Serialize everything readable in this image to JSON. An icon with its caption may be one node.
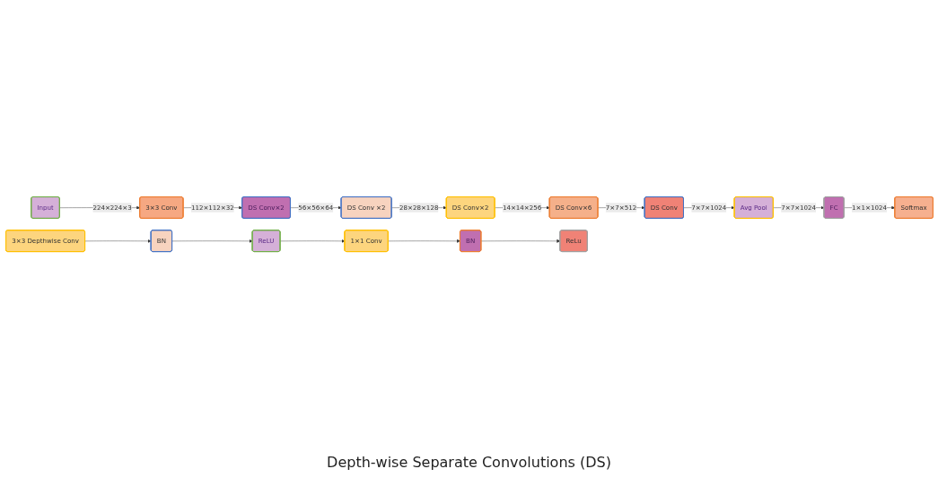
{
  "diagram": {
    "nodes": [
      {
        "text": [
          "Input"
        ]
      },
      {
        "text": [
          "3×3 Conv"
        ]
      },
      {
        "text": [
          "DS Conv×2"
        ]
      },
      {
        "text": [
          "DS Conv ×2"
        ]
      },
      {
        "text": [
          "DS Conv×2"
        ]
      },
      {
        "text": [
          "DS Conv×6"
        ]
      },
      {
        "text": [
          "DS Conv"
        ]
      },
      {
        "text": [
          "Avg Pool"
        ]
      },
      {
        "text": [
          "FC"
        ]
      },
      {
        "text": [
          "Softmax"
        ]
      },
      {
        "text": [
          "3×3 Depthwise Conv"
        ]
      },
      {
        "text": [
          "BN"
        ]
      },
      {
        "text": [
          "ReLU"
        ]
      },
      {
        "text": [
          "1×1 Conv"
        ]
      },
      {
        "text": [
          "BN"
        ]
      },
      {
        "text": [
          "ReLu"
        ]
      }
    ],
    "edges": [
      {
        "from": 0,
        "to": 1,
        "arrow": "to",
        "label": "224×224×3"
      },
      {
        "from": 1,
        "to": 2,
        "arrow": "to",
        "label": "112×112×32"
      },
      {
        "from": 2,
        "to": 3,
        "arrow": "to",
        "label": "56×56×64"
      },
      {
        "from": 3,
        "to": 4,
        "arrow": "to",
        "label": "28×28×128"
      },
      {
        "from": 4,
        "to": 5,
        "arrow": "to",
        "label": "14×14×256"
      },
      {
        "from": 5,
        "to": 6,
        "arrow": "to",
        "label": "7×7×512"
      },
      {
        "from": 6,
        "to": 7,
        "arrow": "to",
        "label": "7×7×1024"
      },
      {
        "from": 7,
        "to": 8,
        "arrow": "to",
        "label": "7×7×1024"
      },
      {
        "from": 8,
        "to": 9,
        "arrow": "to",
        "label": "1×1×1024"
      },
      {
        "from": 10,
        "to": 11,
        "arrow": "to"
      },
      {
        "from": 11,
        "to": 12,
        "arrow": "to"
      },
      {
        "from": 12,
        "to": 13,
        "arrow": "to"
      },
      {
        "from": 13,
        "to": 14,
        "arrow": "to"
      },
      {
        "from": 14,
        "to": 15,
        "arrow": "to"
      }
    ],
    "labels": [
      "Depth-wise Separate Convolutions (DS)"
    ]
  }
}
